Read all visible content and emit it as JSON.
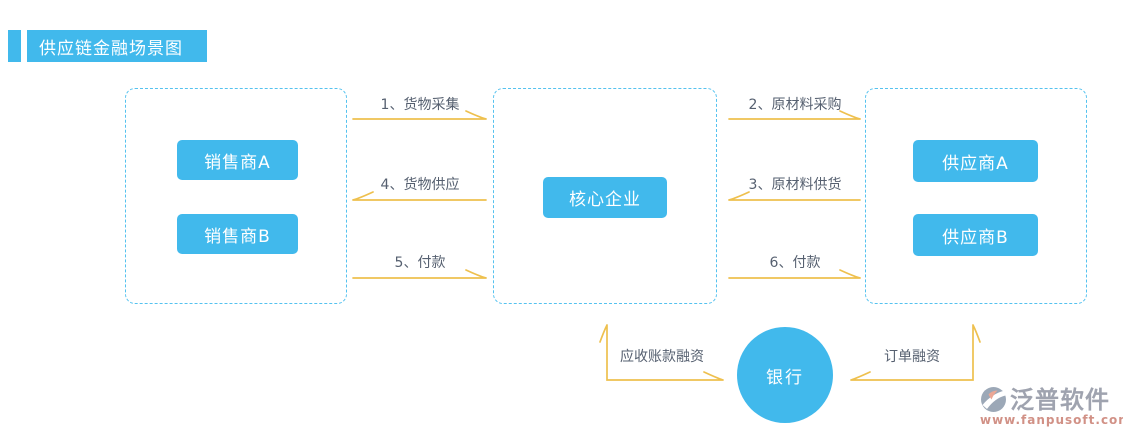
{
  "header": {
    "title": "供应链金融场景图"
  },
  "diagram": {
    "groups": {
      "sellers": {
        "nodes": [
          "销售商A",
          "销售商B"
        ]
      },
      "core": {
        "nodes": [
          "核心企业"
        ]
      },
      "suppliers": {
        "nodes": [
          "供应商A",
          "供应商B"
        ]
      }
    },
    "flows": {
      "f1": "1、货物采集",
      "f2": "2、原材料采购",
      "f3": "3、原材料供货",
      "f4": "4、货物供应",
      "f5": "5、付款",
      "f6": "6、付款"
    },
    "bank": {
      "label": "银行"
    },
    "financing": {
      "receivables_label": "应收账款融资",
      "order_label": "订单融资"
    }
  },
  "watermark": {
    "brand": "泛普软件",
    "url": "www.fanpusoft.com"
  },
  "colors": {
    "accent_blue": "#41b9ec",
    "dashed_border_blue": "#55c2ef",
    "arrow_gold": "#eec04e",
    "label_text": "#566070"
  }
}
